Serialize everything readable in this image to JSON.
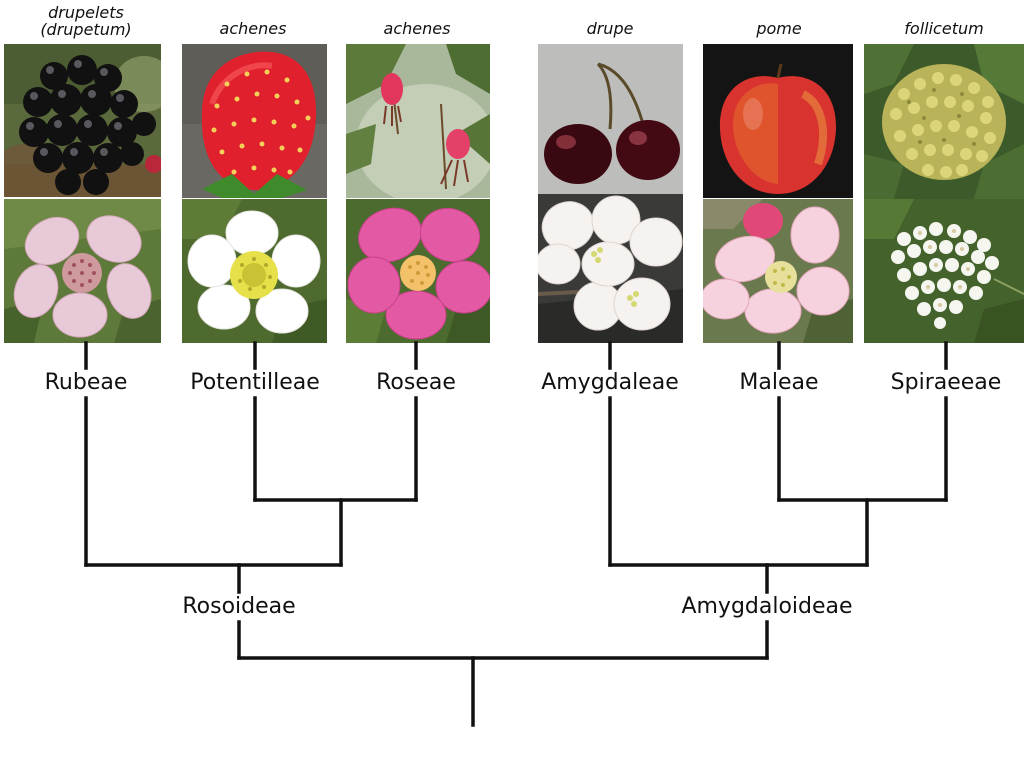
{
  "taxa": [
    {
      "id": "rubeae",
      "fruit_type": "drupelets\n(drupetum)",
      "tribe": "Rubeae",
      "fruit_icon": "blackberry-photo",
      "flower_icon": "bramble-flower-photo",
      "fruit_color": "#151515",
      "flower_color": "#e9c8d6"
    },
    {
      "id": "potentilleae",
      "fruit_type": "achenes",
      "tribe": "Potentilleae",
      "fruit_icon": "strawberry-photo",
      "flower_icon": "strawberry-flower-photo",
      "fruit_color": "#e8202e",
      "flower_color": "#ffffff"
    },
    {
      "id": "roseae",
      "fruit_type": "achenes",
      "tribe": "Roseae",
      "fruit_icon": "rose-hip-photo",
      "flower_icon": "wild-rose-flower-photo",
      "fruit_color": "#e23a62",
      "flower_color": "#e65aa4"
    },
    {
      "id": "amygdaleae",
      "fruit_type": "drupe",
      "tribe": "Amygdaleae",
      "fruit_icon": "cherry-photo",
      "flower_icon": "cherry-blossom-photo",
      "fruit_color": "#4a0a12",
      "flower_color": "#f4f0ee"
    },
    {
      "id": "maleae",
      "fruit_type": "pome",
      "tribe": "Maleae",
      "fruit_icon": "apple-photo",
      "flower_icon": "apple-blossom-photo",
      "fruit_color": "#d8322e",
      "flower_color": "#f6d6e0"
    },
    {
      "id": "spiraeeae",
      "fruit_type": "follicetum",
      "tribe": "Spiraeeae",
      "fruit_icon": "spiraea-follicle-photo",
      "flower_icon": "spiraea-flower-photo",
      "fruit_color": "#c9c46a",
      "flower_color": "#f7f7f2"
    }
  ],
  "subfamilies": {
    "rosoideae": "Rosoideae",
    "amygdaloideae": "Amygdaloideae"
  },
  "line_color": "#111111"
}
